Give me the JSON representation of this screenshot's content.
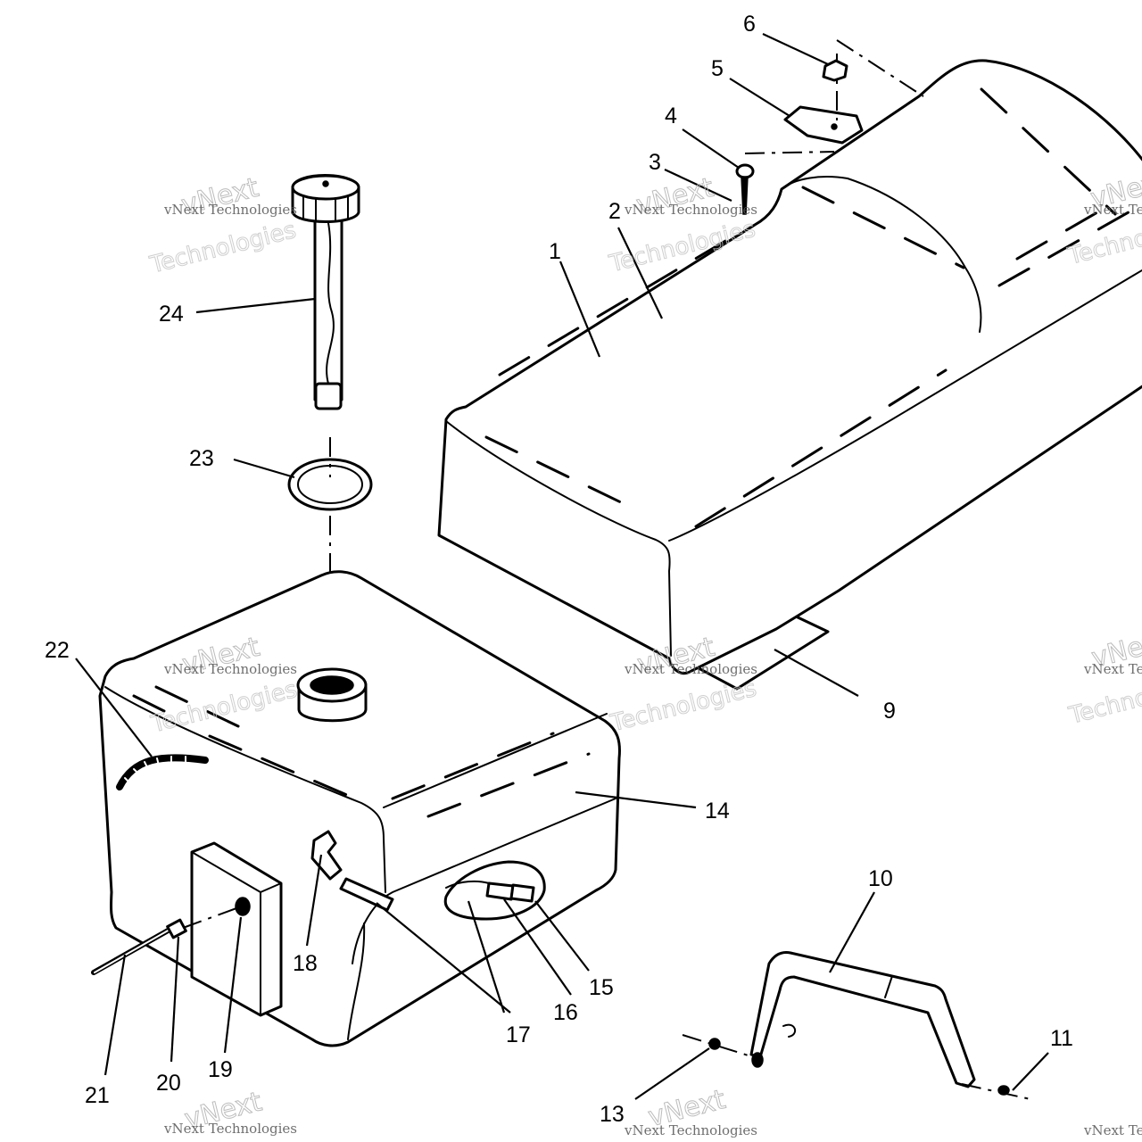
{
  "callouts": [
    {
      "id": "1",
      "label": "1"
    },
    {
      "id": "2",
      "label": "2"
    },
    {
      "id": "3",
      "label": "3"
    },
    {
      "id": "4",
      "label": "4"
    },
    {
      "id": "5",
      "label": "5"
    },
    {
      "id": "6",
      "label": "6"
    },
    {
      "id": "9",
      "label": "9"
    },
    {
      "id": "10",
      "label": "10"
    },
    {
      "id": "11",
      "label": "11"
    },
    {
      "id": "13",
      "label": "13"
    },
    {
      "id": "14",
      "label": "14"
    },
    {
      "id": "15",
      "label": "15"
    },
    {
      "id": "16",
      "label": "16"
    },
    {
      "id": "17",
      "label": "17"
    },
    {
      "id": "18",
      "label": "18"
    },
    {
      "id": "19",
      "label": "19"
    },
    {
      "id": "20",
      "label": "20"
    },
    {
      "id": "21",
      "label": "21"
    },
    {
      "id": "22",
      "label": "22"
    },
    {
      "id": "23",
      "label": "23"
    },
    {
      "id": "24",
      "label": "24"
    }
  ],
  "watermark": {
    "brand": "vNext",
    "company": "vNext Technologies",
    "word": "Technologies"
  }
}
